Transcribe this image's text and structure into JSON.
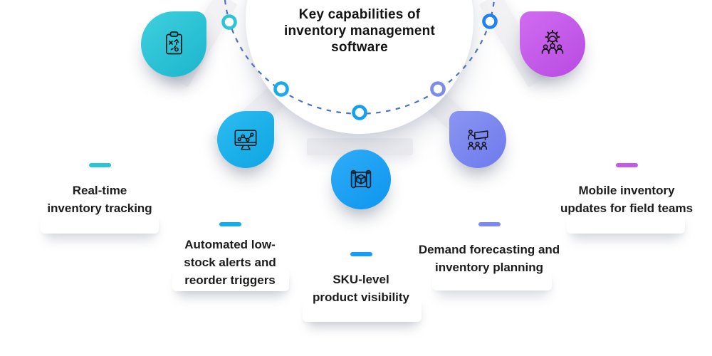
{
  "title": {
    "text": "Key capabilities of\ninventory management\nsoftware"
  },
  "capabilities": [
    {
      "label": "Real-time\ninventory tracking",
      "icon": "strategy-clipboard-icon",
      "accent": "#2cc5d6"
    },
    {
      "label": "Automated low-\nstock alerts and\nreorder triggers",
      "icon": "analytics-monitor-icon",
      "accent": "#14adea"
    },
    {
      "label": "SKU-level\nproduct visibility",
      "icon": "blueprint-cube-icon",
      "accent": "#149ff2"
    },
    {
      "label": "Demand forecasting and\ninventory planning",
      "icon": "team-presentation-icon",
      "accent": "#7b8aee"
    },
    {
      "label": "Mobile inventory\nupdates for field teams",
      "icon": "team-gear-icon",
      "accent": "#c55ae9"
    }
  ],
  "decor": {
    "arc_color": "#4d72c5",
    "node_colors": [
      "#2cc5d6",
      "#19abe9",
      "#149ff2",
      "#7c8cee",
      "#1f82f2"
    ],
    "blade_color": "#f0f0f3",
    "blob_gradients": [
      [
        "#3ed0dd",
        "#1cb5ce"
      ],
      [
        "#2bbcf0",
        "#0fa5e4"
      ],
      [
        "#2fadf7",
        "#0d95ef"
      ],
      [
        "#8a95f2",
        "#6e7aec"
      ],
      [
        "#d06cf0",
        "#b84ae2"
      ]
    ]
  }
}
